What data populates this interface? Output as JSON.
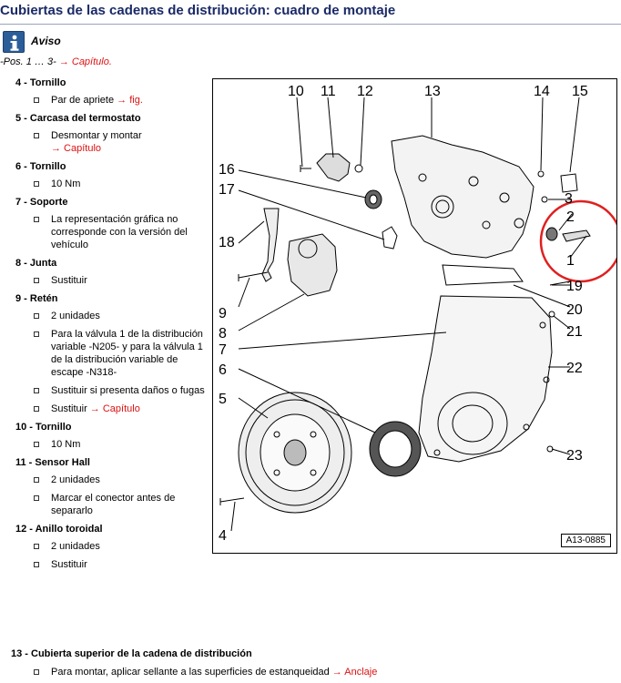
{
  "title": "Cubiertas de las cadenas de distribución: cuadro de montaje",
  "notice": {
    "label": "Aviso"
  },
  "position_line": {
    "prefix": "-Pos. 1 … 3-",
    "link": "→ Capítulo."
  },
  "items": [
    {
      "num": "4 - ",
      "name": "Tornillo",
      "subs": [
        {
          "text": "Par de apriete ",
          "link": "→ fig."
        }
      ]
    },
    {
      "num": "5 - ",
      "name": "Carcasa del termostato",
      "subs": [
        {
          "text": "Desmontar y montar",
          "link": "→ Capítulo",
          "link_newline": true
        }
      ]
    },
    {
      "num": "6 - ",
      "name": "Tornillo",
      "subs": [
        {
          "text": "10 Nm"
        }
      ]
    },
    {
      "num": "7 - ",
      "name": "Soporte",
      "subs": [
        {
          "text": "La representación gráfica no corresponde con la versión del vehículo"
        }
      ]
    },
    {
      "num": "8 - ",
      "name": "Junta",
      "subs": [
        {
          "text": "Sustituir"
        }
      ]
    },
    {
      "num": "9 - ",
      "name": "Retén",
      "subs": [
        {
          "text": "2 unidades"
        },
        {
          "text": "Para la válvula 1 de la distribución variable -N205- y para la válvula 1 de la distribución variable de escape -N318-"
        },
        {
          "text": "Sustituir si presenta daños o fugas"
        },
        {
          "text": "Sustituir ",
          "link": "→ Capítulo"
        }
      ]
    },
    {
      "num": "10 - ",
      "name": "Tornillo",
      "subs": [
        {
          "text": "10 Nm"
        }
      ]
    },
    {
      "num": "11 - ",
      "name": "Sensor Hall",
      "subs": [
        {
          "text": "2 unidades"
        },
        {
          "text": "Marcar el conector antes de separarlo"
        }
      ]
    },
    {
      "num": "12 - ",
      "name": "Anillo toroidal",
      "subs": [
        {
          "text": "2 unidades"
        },
        {
          "text": "Sustituir"
        }
      ]
    }
  ],
  "item13": {
    "num": "13 - ",
    "name": "Cubierta superior de la cadena de distribución",
    "sub_text": "Para montar, aplicar sellante a las superficies de estanqueidad ",
    "sub_link": "→ Anclaje"
  },
  "figure": {
    "ref": "A13-0885",
    "callouts": [
      "10",
      "11",
      "12",
      "13",
      "14",
      "15",
      "16",
      "17",
      "18",
      "9",
      "8",
      "7",
      "6",
      "5",
      "4",
      "3",
      "2",
      "1",
      "19",
      "20",
      "21",
      "22",
      "23"
    ],
    "highlight_color": "#e02020"
  }
}
